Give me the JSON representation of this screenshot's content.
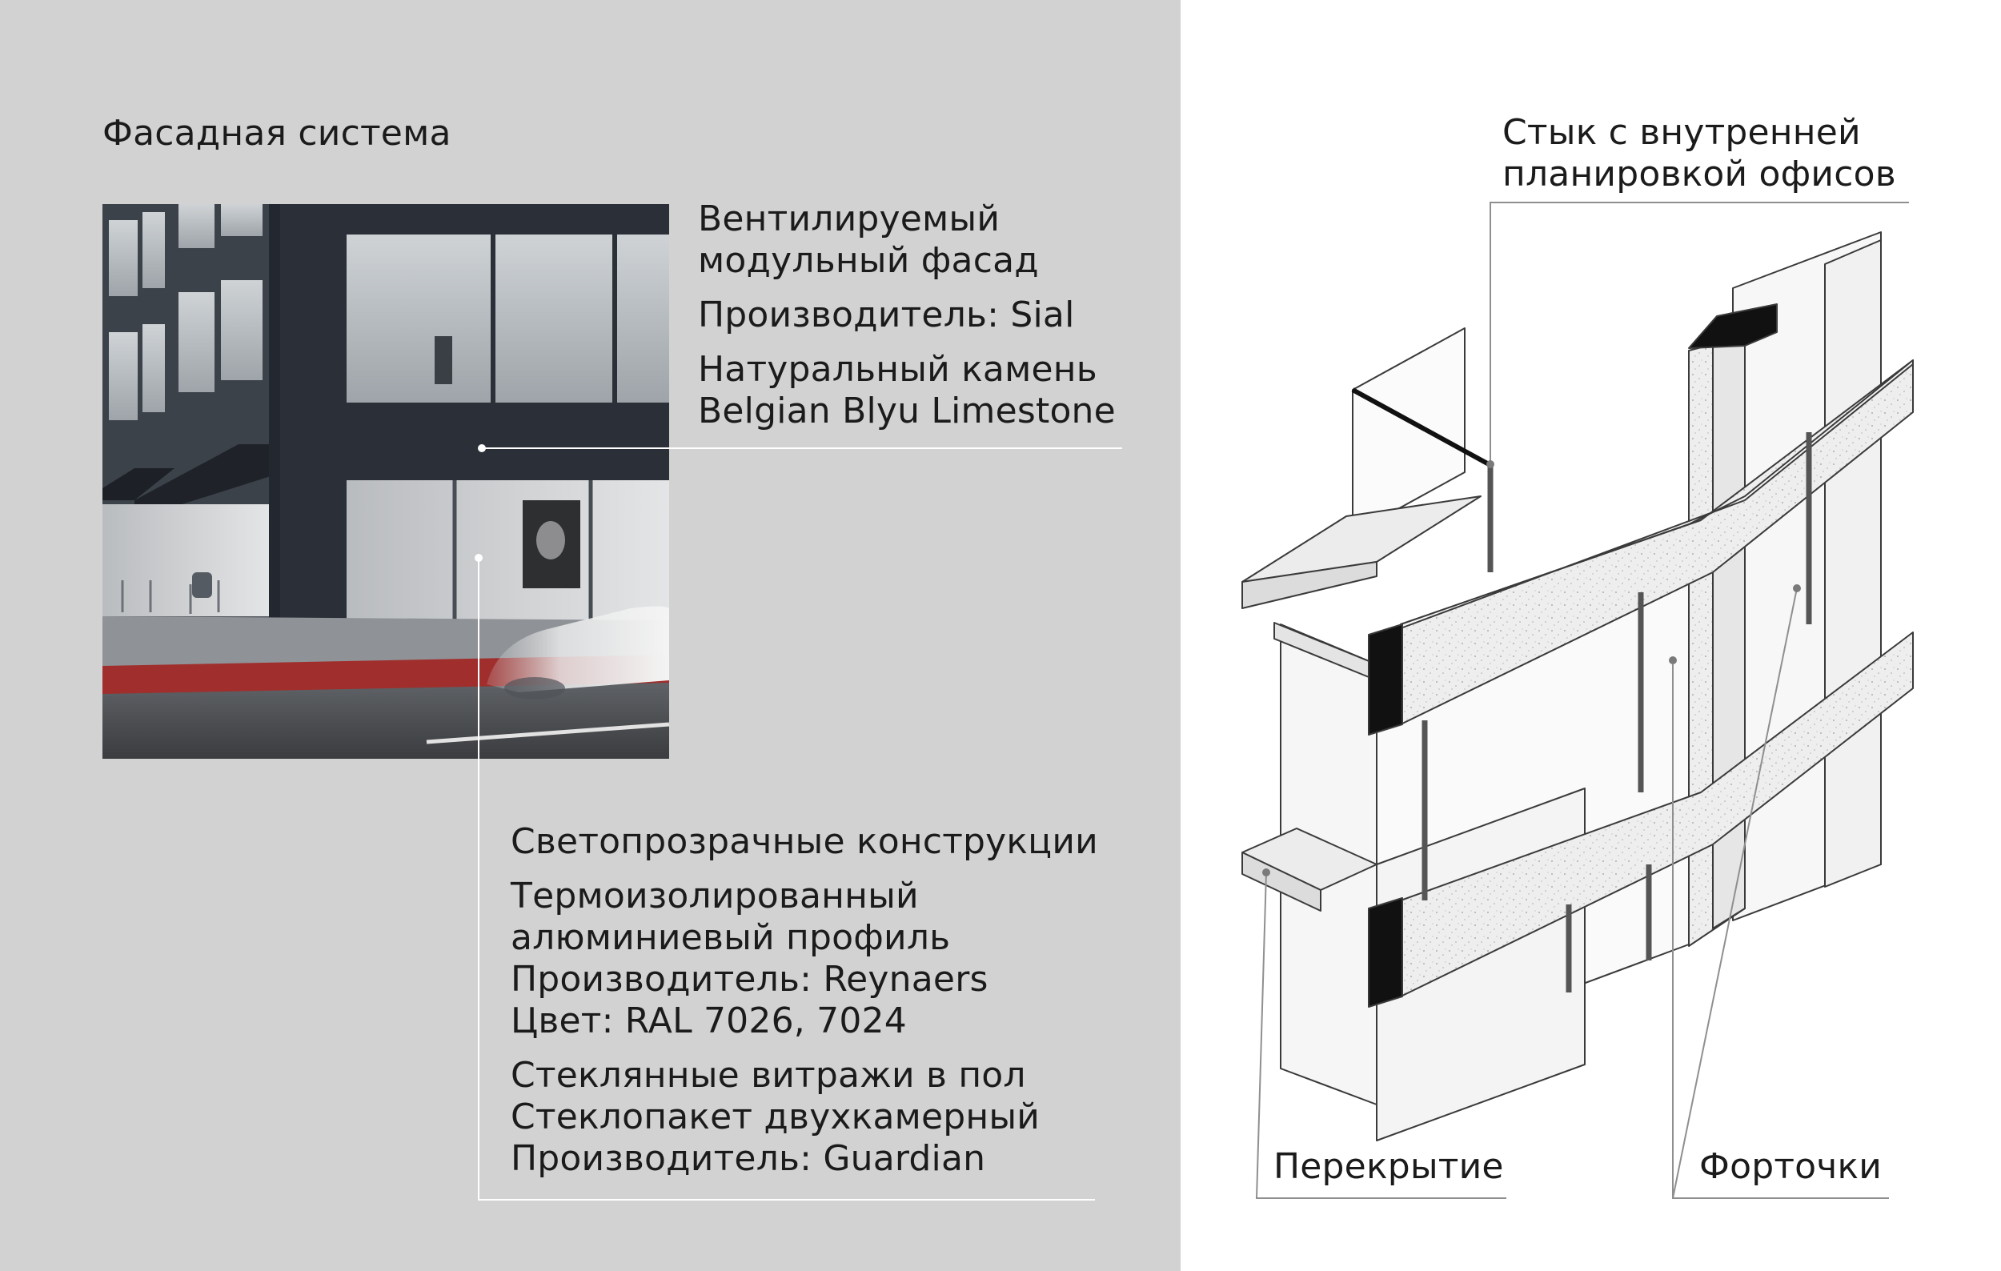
{
  "left": {
    "section_title": "Фасадная система",
    "facade": {
      "lines": [
        "Вентилируемый",
        "модульный фасад",
        "Производитель: Sial",
        "Натуральный камень",
        "Belgian Blyu Limestone"
      ]
    },
    "glazing": {
      "lines": [
        "Светопрозрачные конструкции",
        "Термоизолированный",
        "алюминиевый профиль",
        "Производитель: Reynaers",
        "Цвет: RAL 7026, 7024",
        "Стеклянные витражи в пол",
        "Стеклопакет двухкамерный",
        "Производитель: Guardian"
      ]
    }
  },
  "right": {
    "joint_label": [
      "Стык с внутренней",
      "планировкой офисов"
    ],
    "slab_label": "Перекрытие",
    "vents_label": "Форточки"
  },
  "colors": {
    "left_bg": "#d2d2d2",
    "right_bg": "#ffffff",
    "text": "#1b1b1b",
    "stone": "#2b3038",
    "cycle_lane": "#a02e2c"
  }
}
